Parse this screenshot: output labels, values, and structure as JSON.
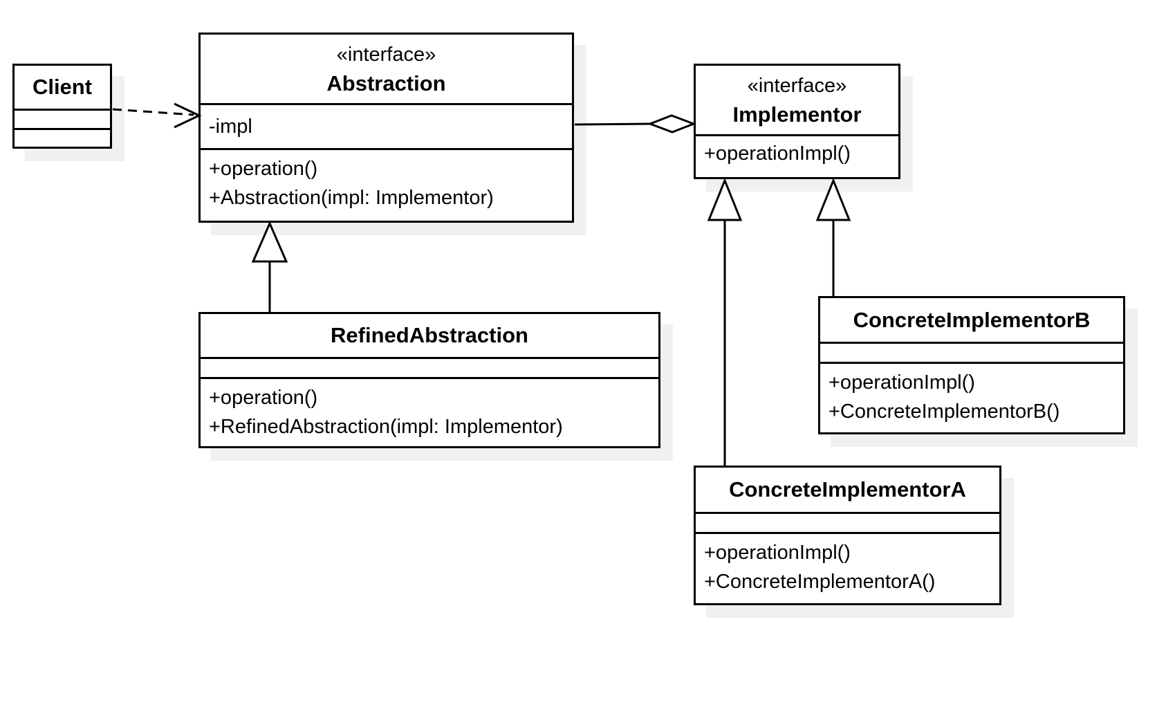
{
  "classes": {
    "client": {
      "name": "Client"
    },
    "abstraction": {
      "stereotype": "«interface»",
      "name": "Abstraction",
      "attributes": [
        "-impl"
      ],
      "operations": [
        "+operation()",
        "+Abstraction(impl: Implementor)"
      ]
    },
    "implementor": {
      "stereotype": "«interface»",
      "name": "Implementor",
      "operations": [
        "+operationImpl()"
      ]
    },
    "refined_abstraction": {
      "name": "RefinedAbstraction",
      "operations": [
        "+operation()",
        "+RefinedAbstraction(impl: Implementor)"
      ]
    },
    "concrete_implementor_b": {
      "name": "ConcreteImplementorB",
      "operations": [
        "+operationImpl()",
        "+ConcreteImplementorB()"
      ]
    },
    "concrete_implementor_a": {
      "name": "ConcreteImplementorA",
      "operations": [
        "+operationImpl()",
        "+ConcreteImplementorA()"
      ]
    }
  },
  "relations": {
    "client_abstraction": {
      "type": "dependency",
      "from": "Client",
      "to": "Abstraction",
      "line": "dashed",
      "head": "open-arrow"
    },
    "abstraction_implementor": {
      "type": "aggregation",
      "from": "Abstraction",
      "to": "Implementor",
      "line": "solid",
      "head": "hollow-diamond"
    },
    "refined_abstraction_abstraction": {
      "type": "generalization",
      "from": "RefinedAbstraction",
      "to": "Abstraction",
      "line": "solid",
      "head": "hollow-triangle"
    },
    "concrete_implementor_a_implementor": {
      "type": "generalization",
      "from": "ConcreteImplementorA",
      "to": "Implementor",
      "line": "solid",
      "head": "hollow-triangle"
    },
    "concrete_implementor_b_implementor": {
      "type": "generalization",
      "from": "ConcreteImplementorB",
      "to": "Implementor",
      "line": "solid",
      "head": "hollow-triangle"
    }
  },
  "colors": {
    "line": "#000000",
    "box_fill": "#ffffff",
    "shadow": "#f0f0f0",
    "text": "#000000",
    "background": "#ffffff"
  }
}
